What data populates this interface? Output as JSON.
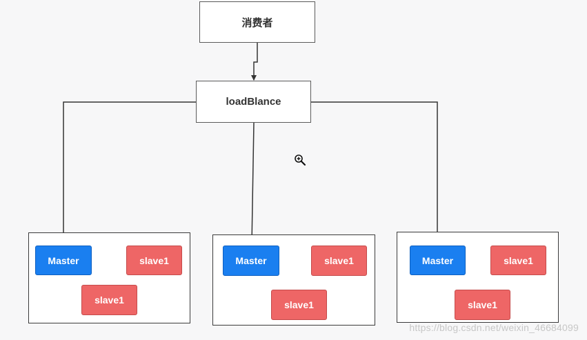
{
  "diagram": {
    "consumer_label": "消费者",
    "load_balancer_label": "loadBlance",
    "groups": [
      {
        "master_label": "Master",
        "slave_top_label": "slave1",
        "slave_bottom_label": "slave1"
      },
      {
        "master_label": "Master",
        "slave_top_label": "slave1",
        "slave_bottom_label": "slave1"
      },
      {
        "master_label": "Master",
        "slave_top_label": "slave1",
        "slave_bottom_label": "slave1"
      }
    ]
  },
  "watermark": "https://blog.csdn.net/weixin_46684099",
  "colors": {
    "master": "#1a7ff0",
    "slave": "#ee6666",
    "connector": "#333333"
  },
  "cursor_icon": "zoom-in-icon"
}
